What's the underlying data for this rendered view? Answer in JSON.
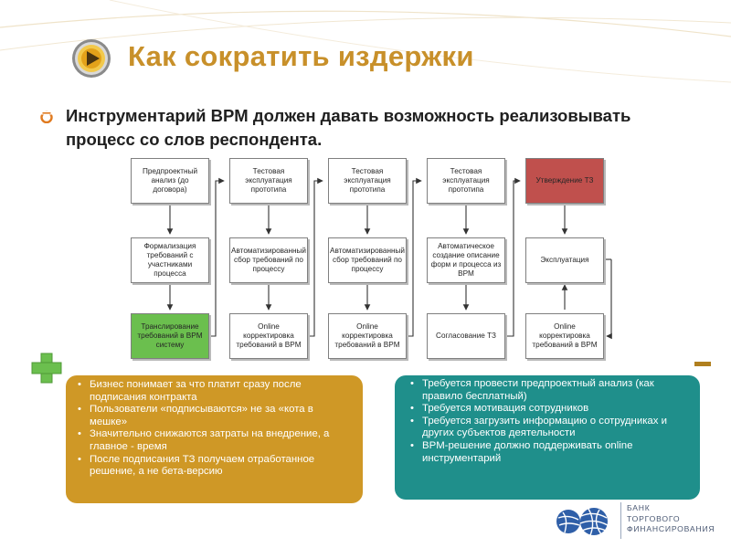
{
  "title": "Как сократить издержки",
  "intro": "Инструментарий BPM должен давать возможность реализовывать процесс со слов респондента.",
  "diagram": {
    "columns": [
      [
        "Предпроектный анализ (до договора)",
        "Формализация требований с участниками процесса",
        "Транслирование требований в BPM систему"
      ],
      [
        "Тестовая эксплуатация прототипа",
        "Автоматизированный сбор требований по процессу",
        "Online корректировка требований в BPM"
      ],
      [
        "Тестовая эксплуатация прототипа",
        "Автоматизированный сбор требований по процессу",
        "Online корректировка требований в BPM"
      ],
      [
        "Тестовая эксплуатация прототипа",
        "Автоматическое создание описание форм и процесса из BPM",
        "Согласование ТЗ"
      ],
      [
        "Утверждение ТЗ",
        "Эксплуатация",
        "Online корректировка требований в BPM"
      ]
    ],
    "colors": {
      "highlight_green": "#6bbf4e",
      "highlight_red": "#c0504d"
    }
  },
  "pros": {
    "items": [
      "Бизнес понимает за что платит сразу после подписания контракта",
      "Пользователи «подписываются» не за «кота в мешке»",
      "Значительно снижаются затраты на внедрение, а главное - время",
      "После подписания ТЗ получаем отработанное решение, а не бета-версию"
    ]
  },
  "cons": {
    "items": [
      "Требуется провести предпроектный анализ (как правило бесплатный)",
      "Требуется мотивация сотрудников",
      "Требуется загрузить информацию о сотрудниках и других субъектов деятельности",
      "BPM-решение должно поддерживать online инструментарий"
    ]
  },
  "logo": {
    "lines": [
      "БАНК",
      "ТОРГОВОГО",
      "ФИНАНСИРОВАНИЯ"
    ]
  },
  "colors": {
    "title": "#c8902a",
    "pros_panel": "#cf9826",
    "cons_panel": "#1f8f8b",
    "plus": "#6bbf4e",
    "minus": "#b07f1e"
  },
  "icons": [
    "play-icon",
    "bullet-icon",
    "plus-icon",
    "minus-icon",
    "globe-logo-icon"
  ]
}
